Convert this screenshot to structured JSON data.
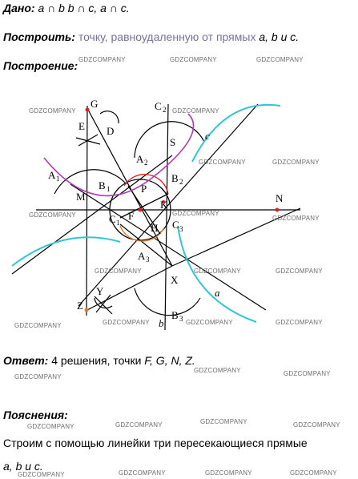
{
  "given": {
    "label": "Дано:",
    "text": "a ∩ b  b ∩ c, a ∩ c."
  },
  "construct": {
    "label": "Построить:",
    "text": "точку, равноудаленную от прямых",
    "lines": "a, b и c."
  },
  "construction": {
    "label": "Построение:"
  },
  "answer": {
    "label": "Ответ:",
    "text": "4 решения, точки",
    "points": "F, G, N, Z."
  },
  "explanation": {
    "label": "Пояснения:",
    "line1": "Строим с помощью линейки три пересекающиеся прямые",
    "line2": "a, b и c."
  },
  "watermark": "GDZCOMPANY",
  "diagram_labels": {
    "G": "G",
    "C2": "C",
    "E": "E",
    "D": "D",
    "S": "S",
    "c": "c",
    "A2": "A",
    "A1": "A",
    "M": "M",
    "B1": "B",
    "P": "P",
    "B2": "B",
    "N": "N",
    "K": "K",
    "C1": "C",
    "F": "F",
    "H": "H",
    "C3": "C",
    "A3": "A",
    "X": "X",
    "a": "a",
    "Y": "Y",
    "Z": "Z",
    "B3": "B",
    "b": "b",
    "s1": "1",
    "s2": "2",
    "s3": "3"
  },
  "colors": {
    "cyan": "#2ec7d3",
    "magenta": "#b03ab8",
    "red": "#e02020",
    "orange": "#e07a2a",
    "label_purple": "#7a6ea8"
  }
}
